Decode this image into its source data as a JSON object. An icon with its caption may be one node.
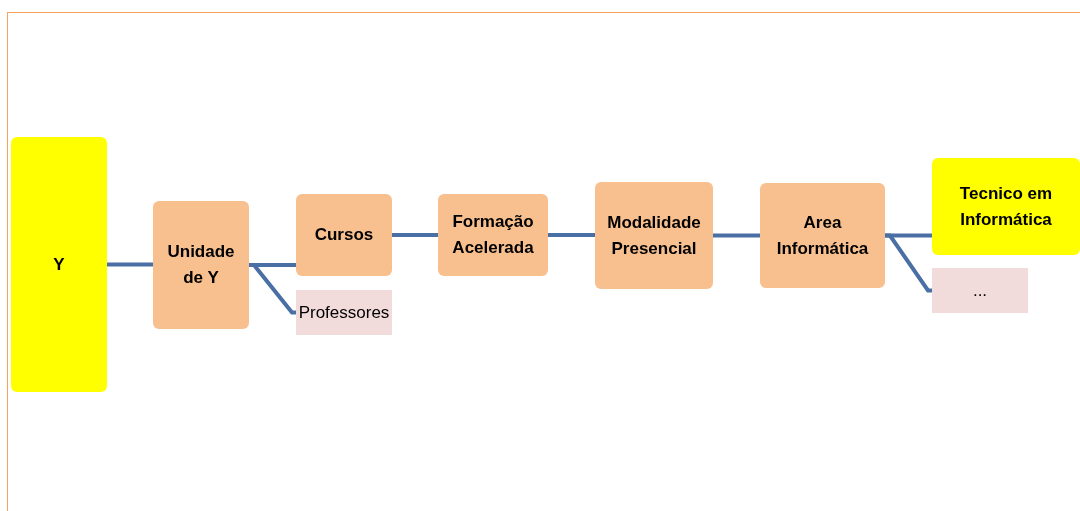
{
  "diagram": {
    "nodes": [
      {
        "text": [
          "Y"
        ]
      },
      {
        "text": [
          "Unidade de Y"
        ]
      },
      {
        "text": [
          "Cursos"
        ]
      },
      {
        "text": [
          "Professores"
        ]
      },
      {
        "text": [
          "Formação Acelerada"
        ]
      },
      {
        "text": [
          "Modalidade Presencial"
        ]
      },
      {
        "text": [
          "Area Informática"
        ]
      },
      {
        "text": [
          "Tecnico em Informática"
        ]
      },
      {
        "text": [
          "..."
        ]
      }
    ],
    "edges": [
      {
        "from": 0,
        "to": 1,
        "arrow": "none"
      },
      {
        "from": 1,
        "to": 2,
        "arrow": "none"
      },
      {
        "from": 1,
        "to": 3,
        "arrow": "none"
      },
      {
        "from": 2,
        "to": 4,
        "arrow": "none"
      },
      {
        "from": 4,
        "to": 5,
        "arrow": "none"
      },
      {
        "from": 5,
        "to": 6,
        "arrow": "none"
      },
      {
        "from": 6,
        "to": 7,
        "arrow": "none"
      },
      {
        "from": 6,
        "to": 8,
        "arrow": "none"
      }
    ]
  }
}
